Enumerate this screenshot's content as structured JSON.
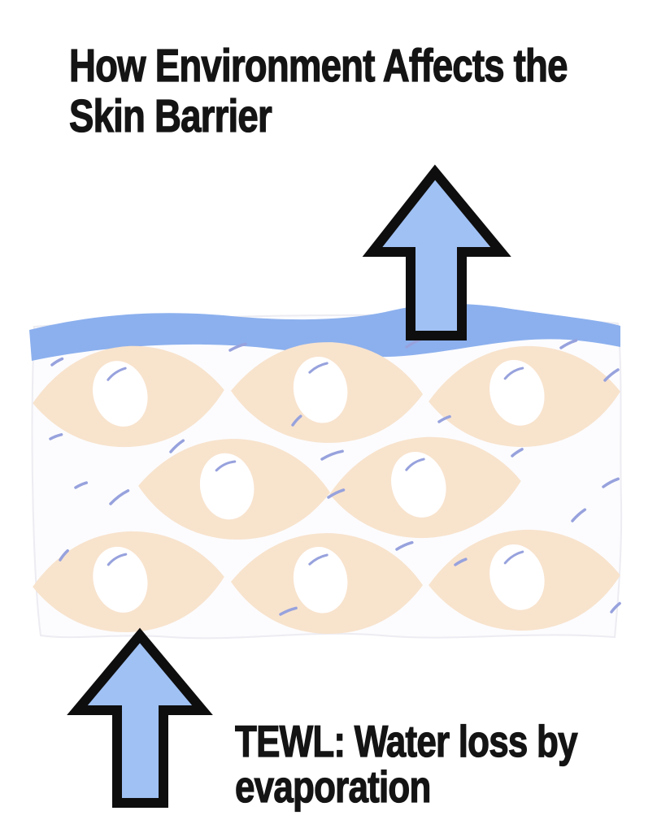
{
  "title": {
    "line1": "How Environment Affects the",
    "line2": "Skin Barrier"
  },
  "caption": {
    "line1": "TEWL: Water loss by",
    "line2": "evaporation"
  },
  "illustration": {
    "name": "skin-barrier-cross-section",
    "cells_count": 8,
    "skin_surface": "wavy-blue-band",
    "arrows": [
      {
        "name": "tewl-up-arrow-top",
        "direction": "up"
      },
      {
        "name": "tewl-up-arrow-bottom",
        "direction": "up"
      }
    ]
  },
  "colors": {
    "background": "#ffffff",
    "text": "#141414",
    "surface_blue": "#8cb0ee",
    "cell_fill": "#f8e3cd",
    "cell_nucleus": "#ffffff",
    "dash_blue": "#97a2dd",
    "arrow_fill": "#a0c1f4",
    "arrow_outline": "#0e0e0e",
    "block_fill": "#fcfcfe",
    "block_edge": "#ececf2"
  }
}
